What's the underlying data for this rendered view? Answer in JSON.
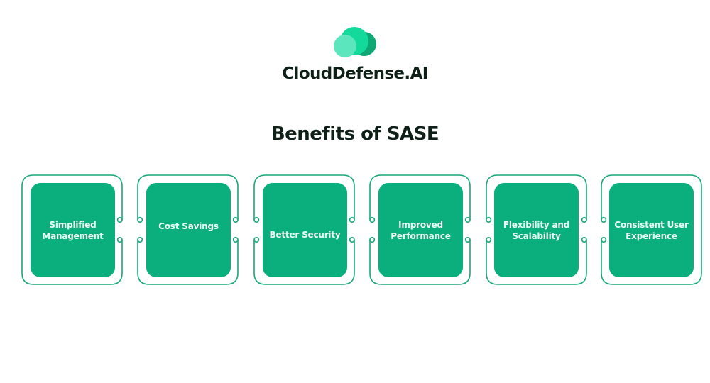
{
  "brand": {
    "name": "CloudDefense.AI",
    "logo_icon": "cloud-logo-icon",
    "colors": {
      "logo_left": "#5ce6bd",
      "logo_middle": "#13d99b",
      "logo_right": "#0ea874",
      "text": "#0e2018"
    }
  },
  "title": "Benefits of SASE",
  "theme": {
    "card_fill": "#0aaf7d",
    "frame_stroke": "#16a879",
    "card_text": "#eefaf4"
  },
  "benefits": [
    {
      "label": "Simplified Management"
    },
    {
      "label": "Cost Savings"
    },
    {
      "label": "Better Security"
    },
    {
      "label": "Improved Performance"
    },
    {
      "label": "Flexibility and Scalability"
    },
    {
      "label": "Consistent User Experience"
    }
  ]
}
